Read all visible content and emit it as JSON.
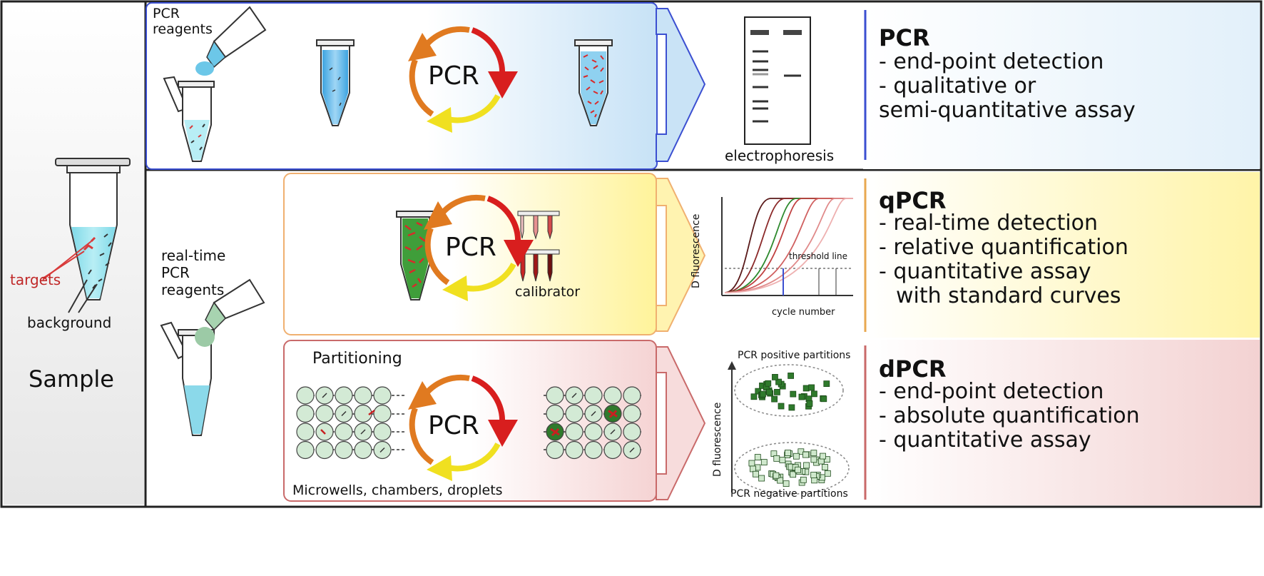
{
  "sample": {
    "title": "Sample",
    "targets_label": "targets",
    "background_label": "background"
  },
  "pcr": {
    "reagents_label_line1": "PCR",
    "reagents_label_line2": "reagents",
    "cycle_label": "PCR",
    "electrophoresis_label": "electrophoresis",
    "title": "PCR",
    "features": [
      "- end-point detection",
      "- qualitative or",
      "semi-quantitative assay"
    ]
  },
  "realtime_reagents": {
    "line1": "real-time",
    "line2": "PCR",
    "line3": "reagents"
  },
  "qpcr": {
    "cycle_label": "PCR",
    "calibrator_label": "calibrator",
    "plot_ylabel": "D fluorescence",
    "plot_xlabel": "cycle number",
    "threshold_label": "threshold line",
    "title": "qPCR",
    "features": [
      "- real-time detection",
      "- relative quantification",
      "- quantitative assay",
      "with standard curves"
    ]
  },
  "dpcr": {
    "partitioning_label": "Partitioning",
    "cycle_label": "PCR",
    "microwells_label": "Microwells, chambers, droplets",
    "positive_label": "PCR positive partitions",
    "negative_label": "PCR negative partitions",
    "plot_ylabel": "D fluorescence",
    "title": "dPCR",
    "features": [
      "- end-point detection",
      "- absolute quantification",
      "- quantitative assay"
    ]
  },
  "colors": {
    "pcr_border": "#3b4fd1",
    "qpcr_border": "#f0b070",
    "dpcr_border": "#c96a6a",
    "pcr_fill": "#d6e9f7",
    "qpcr_fill": "#fff4a8",
    "dpcr_fill": "#f6d9d9",
    "arrow_orange": "#e07a20",
    "arrow_red": "#d81e1e",
    "arrow_yellow": "#f0e020"
  }
}
